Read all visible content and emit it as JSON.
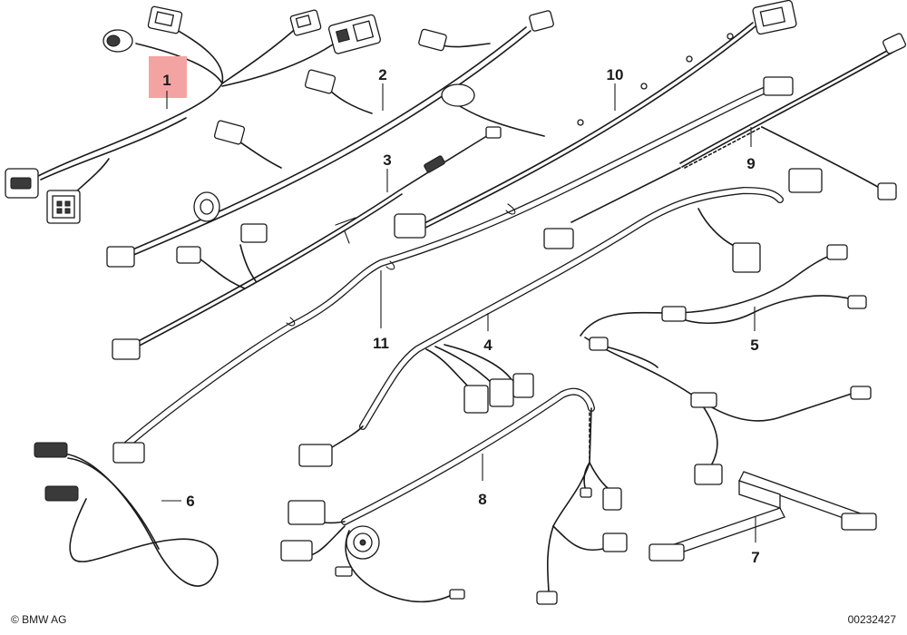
{
  "callouts": {
    "c1": "1",
    "c2": "2",
    "c3": "3",
    "c4": "4",
    "c5": "5",
    "c6": "6",
    "c7": "7",
    "c8": "8",
    "c9": "9",
    "c10": "10",
    "c11": "11"
  },
  "highlight_color": "#f4a3a3",
  "footer": {
    "copyright": "© BMW AG",
    "drawing_number": "00232427"
  }
}
